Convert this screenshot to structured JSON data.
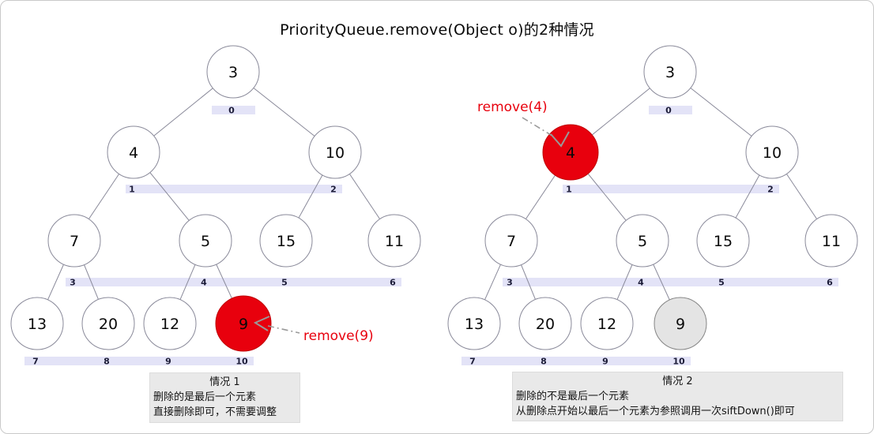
{
  "title": "PriorityQueue.remove(Object o)的2种情况",
  "colors": {
    "node_fill": "#ffffff",
    "node_stroke": "#8a8a9a",
    "removed_fill": "#e8000d",
    "removed_stroke": "#c00008",
    "ghost_fill": "#e4e4e4",
    "ghost_stroke": "#858585",
    "edge": "#8a8a9a",
    "band_fill": "#e3e3f7",
    "index_text": "#1c1c38",
    "node_text": "#0a0a0a",
    "annotation_text": "#e8000d",
    "arrow": "#999999",
    "caption_bg": "#e9e9e9"
  },
  "trees": [
    {
      "name": "case-1-left",
      "values": [
        3,
        4,
        10,
        7,
        5,
        15,
        11,
        13,
        20,
        12,
        9
      ],
      "indices": [
        0,
        1,
        2,
        3,
        4,
        5,
        6,
        7,
        8,
        9,
        10
      ],
      "highlights": [
        {
          "index": 10,
          "style": "removed"
        }
      ],
      "annotation": {
        "text": "remove(9)"
      }
    },
    {
      "name": "case-2-right",
      "values": [
        3,
        4,
        10,
        7,
        5,
        15,
        11,
        13,
        20,
        12,
        9
      ],
      "indices": [
        0,
        1,
        2,
        3,
        4,
        5,
        6,
        7,
        8,
        9,
        10
      ],
      "highlights": [
        {
          "index": 1,
          "style": "removed"
        },
        {
          "index": 10,
          "style": "ghost"
        }
      ],
      "annotation": {
        "text": "remove(4)"
      }
    }
  ],
  "captions": [
    {
      "title": "情况 1",
      "lines": [
        "删除的是最后一个元素",
        "直接删除即可，不需要调整"
      ]
    },
    {
      "title": "情况 2",
      "lines": [
        "删除的不是最后一个元素",
        "从删除点开始以最后一个元素为参照调用一次siftDown()即可"
      ]
    }
  ]
}
